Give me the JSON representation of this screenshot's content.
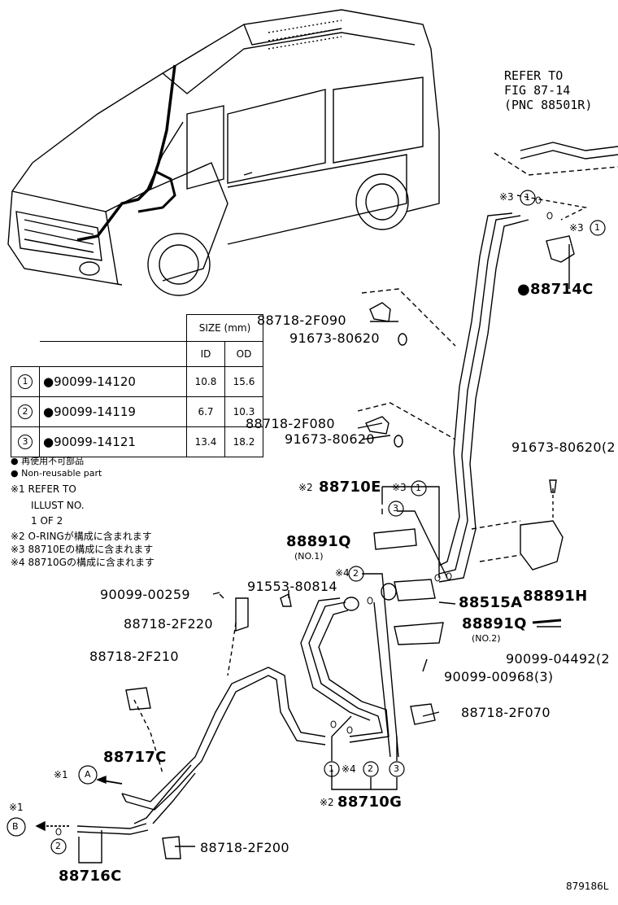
{
  "refer_note": {
    "line1": "REFER TO",
    "line2": "FIG 87-14",
    "line3": "(PNC 88501R)"
  },
  "size_table": {
    "header": "SIZE (mm)",
    "col_id": "ID",
    "col_od": "OD",
    "rows": [
      {
        "num": "1",
        "part": "●90099-14120",
        "id": "10.8",
        "od": "15.6"
      },
      {
        "num": "2",
        "part": "●90099-14119",
        "id": "6.7",
        "od": "10.3"
      },
      {
        "num": "3",
        "part": "●90099-14121",
        "id": "13.4",
        "od": "18.2"
      }
    ]
  },
  "legend": {
    "line1": "● 再使用不可部品",
    "line2": "● Non-reusable part",
    "line3": "※1 REFER TO",
    "line4": "ILLUST NO.",
    "line5": "1 OF 2",
    "line6": "※2 O-RINGが構成に含まれます",
    "line7": "※3 88710Eの構成に含まれます",
    "line8": "※4 88710Gの構成に含まれます"
  },
  "parts": {
    "p88714C": "●88714C",
    "p88718_2F090": "88718-2F090",
    "p91673_80620_a": "91673-80620",
    "p88718_2F080": "88718-2F080",
    "p91673_80620_b": "91673-80620",
    "p91673_80620_2": "91673-80620(2",
    "p88710E": "88710E",
    "p88891Q_1": "88891Q",
    "p88891Q_1_sub": "(NO.1)",
    "p88515A": "88515A",
    "p88891H": "88891H",
    "p88891Q_2": "88891Q",
    "p88891Q_2_sub": "(NO.2)",
    "p90099_00259": "90099-00259",
    "p91553_80814": "91553-80814",
    "p88718_2F220": "88718-2F220",
    "p88718_2F210": "88718-2F210",
    "p90099_04492": "90099-04492(2",
    "p90099_00968": "90099-00968(3)",
    "p88718_2F070": "88718-2F070",
    "p88717C": "88717C",
    "p88710G": "88710G",
    "p88718_2F200": "88718-2F200",
    "p88716C": "88716C"
  },
  "marks": {
    "m3": "※3",
    "m2": "※2",
    "m4": "※4",
    "m1": "※1",
    "c1": "1",
    "c2": "2",
    "c3": "3",
    "cA": "A",
    "cB": "B"
  },
  "figure_id": "879186L"
}
